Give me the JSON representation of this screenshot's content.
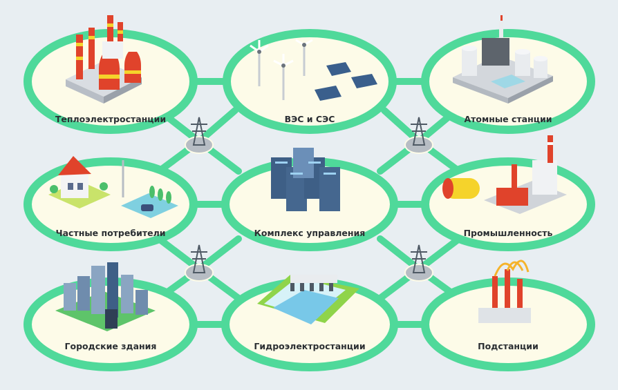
{
  "colors": {
    "background": "#e8eef2",
    "ring": "#4fd99a",
    "node_fill": "#fdfbe8",
    "connector": "#4fd99a",
    "label": "#2b2f33"
  },
  "nodes": [
    {
      "id": "thermal",
      "label": "Теплоэлектростанции",
      "icon": "thermal-plant-icon"
    },
    {
      "id": "renewables",
      "label": "ВЭС и СЭС",
      "icon": "wind-solar-icon"
    },
    {
      "id": "nuclear",
      "label": "Атомные станции",
      "icon": "nuclear-plant-icon"
    },
    {
      "id": "private",
      "label": "Частные потребители",
      "icon": "private-house-icon"
    },
    {
      "id": "control",
      "label": "Комплекс управления",
      "icon": "server-rack-icon"
    },
    {
      "id": "industry",
      "label": "Промышленность",
      "icon": "factory-icon"
    },
    {
      "id": "city",
      "label": "Городские здания",
      "icon": "city-buildings-icon"
    },
    {
      "id": "hydro",
      "label": "Гидроэлектростанции",
      "icon": "hydro-dam-icon"
    },
    {
      "id": "substations",
      "label": "Подстанции",
      "icon": "substation-icon"
    }
  ],
  "pylons": [
    {
      "icon": "transmission-tower-icon"
    },
    {
      "icon": "transmission-tower-icon"
    },
    {
      "icon": "transmission-tower-icon"
    },
    {
      "icon": "transmission-tower-icon"
    }
  ]
}
